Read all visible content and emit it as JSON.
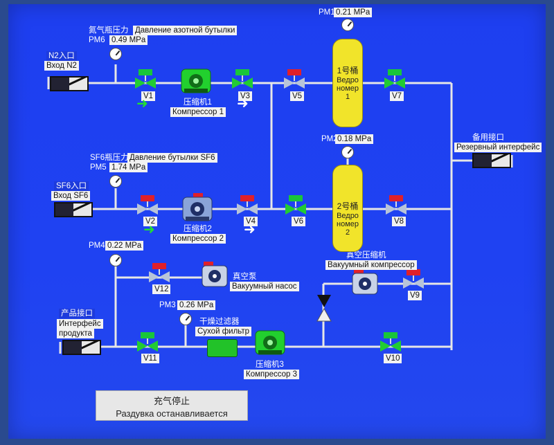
{
  "screen": {
    "status": {
      "zh": "充气停止",
      "ru": "Раздувка останавливается"
    }
  },
  "inlets": {
    "n2": {
      "zh": "N2入口",
      "ru": "Вход N2"
    },
    "sf6": {
      "zh": "SF6入口",
      "ru": "Вход SF6"
    },
    "product": {
      "zh": "产品接口",
      "ru1": "Интерфейс",
      "ru2": "продукта"
    },
    "reserve": {
      "zh": "备用接口",
      "ru": "Резервный интерфейс"
    }
  },
  "gauges": {
    "pm6": {
      "title_zh": "氮气瓶压力",
      "title_ru": "Давление азотной бутылки",
      "name": "PM6",
      "value": "0.49 MPa"
    },
    "pm5": {
      "title_zh": "SF6瓶压力",
      "title_ru": "Давление бутылки SF6",
      "name": "PM5",
      "value": "1.74 MPa"
    },
    "pm4": {
      "name": "PM4",
      "value": "0.22 MPa"
    },
    "pm3": {
      "name": "PM3",
      "value": "0.26 MPa"
    },
    "pm2": {
      "name": "PM2",
      "value": "0.18 MPa"
    },
    "pm1": {
      "name": "PM1",
      "value": "0.21 MPa"
    }
  },
  "valves": {
    "v1": "V1",
    "v2": "V2",
    "v3": "V3",
    "v4": "V4",
    "v5": "V5",
    "v6": "V6",
    "v7": "V7",
    "v8": "V8",
    "v9": "V9",
    "v10": "V10",
    "v11": "V11",
    "v12": "V12"
  },
  "compressors": {
    "c1": {
      "zh": "压缩机1",
      "ru": "Компрессор 1"
    },
    "c2": {
      "zh": "压缩机2",
      "ru": "Компрессор 2"
    },
    "c3": {
      "zh": "压缩机3",
      "ru": "Компрессор 3"
    },
    "vac_comp": {
      "zh": "真空压缩机",
      "ru": "Вакуумный компрессор"
    },
    "vac_pump": {
      "zh": "真空泵",
      "ru": "Вакуумный насос"
    }
  },
  "filter": {
    "zh": "干燥过滤器",
    "ru": "Сухой фильтр"
  },
  "tanks": {
    "t1": {
      "zh": "1号桶",
      "ru1": "Ведро",
      "ru2": "номер",
      "ru3": "1"
    },
    "t2": {
      "zh": "2号桶",
      "ru1": "Ведро",
      "ru2": "номер",
      "ru3": "2"
    }
  },
  "colors": {
    "valve_open": "#19c63a",
    "valve_closed": "#e0202a",
    "valve_body_open": "#22cc33",
    "valve_body_idle": "#b8c4d8",
    "pipe": "#e6e6e6",
    "tank": "#f1e42a",
    "filter": "#22c229"
  }
}
